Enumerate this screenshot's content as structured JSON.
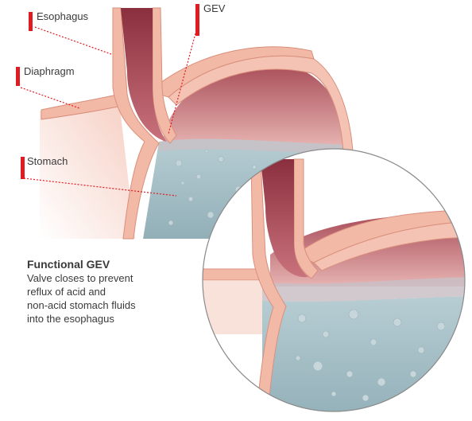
{
  "labels": {
    "esophagus": "Esophagus",
    "gev": "GEV",
    "diaphragm": "Diaphragm",
    "stomach": "Stomach"
  },
  "caption": {
    "title": "Functional GEV",
    "lines": [
      "Valve closes to prevent",
      "reflux of acid and",
      "non-acid stomach fluids",
      "into the esophagus"
    ]
  },
  "colors": {
    "accent": "#e11b22",
    "tissue": "#f2b9a6",
    "tissue_dark": "#d98f7c",
    "lumen": "#9c3f4d",
    "fluid": "#a9c2c9",
    "text": "#3a3a3a"
  },
  "icons": [
    "label-marker-bar",
    "magnifier-circle"
  ]
}
